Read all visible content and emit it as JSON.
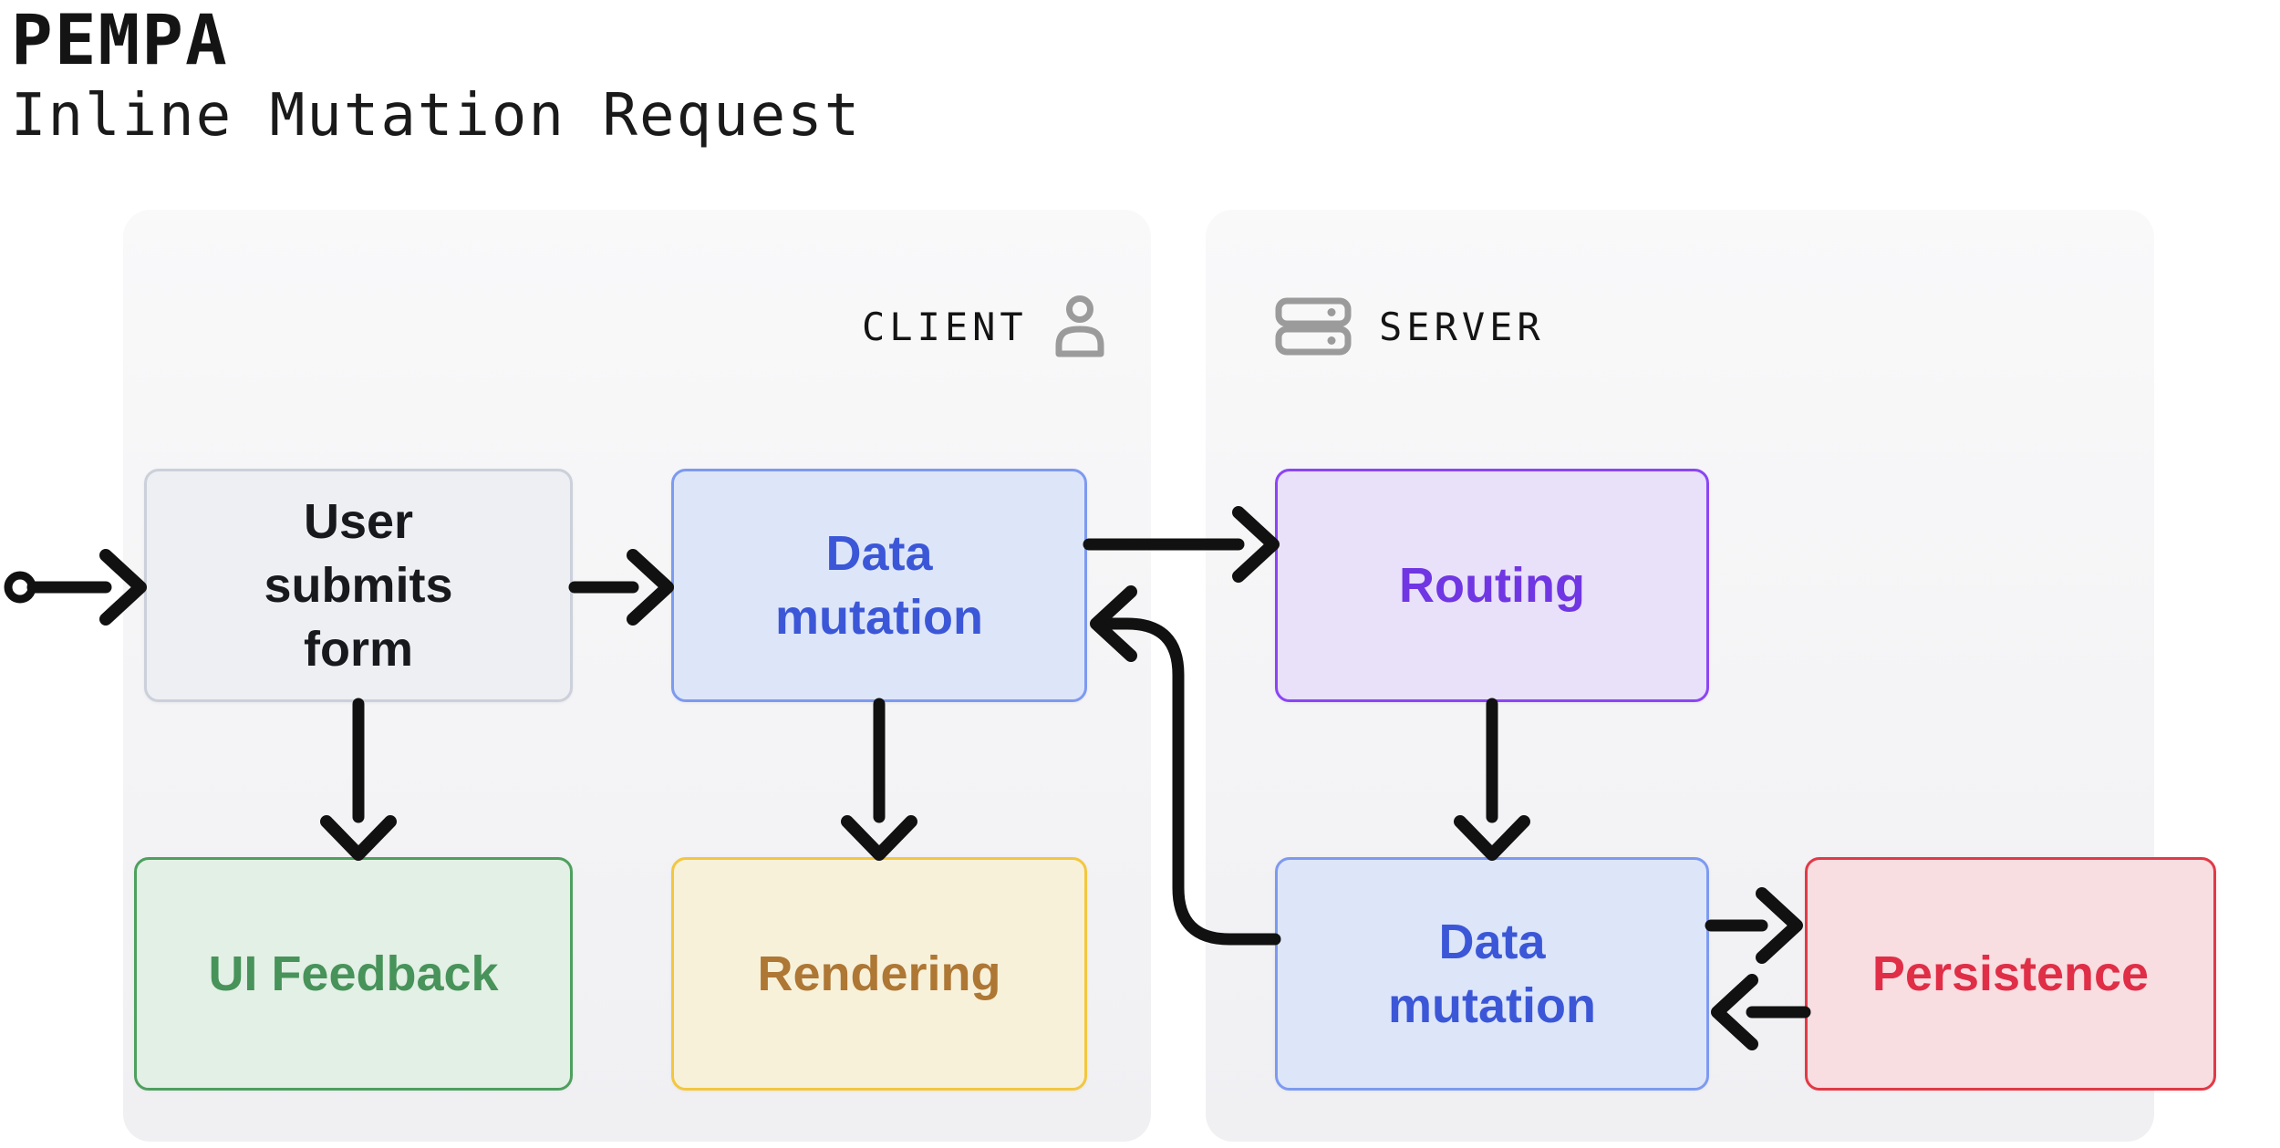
{
  "title": "PEMPA",
  "subtitle": "Inline Mutation Request",
  "panels": {
    "client": {
      "label": "CLIENT",
      "icon": "person-icon",
      "background_top": "#f9f9fa",
      "background_bottom": "#f0f0f3"
    },
    "server": {
      "label": "SERVER",
      "icon": "server-icon",
      "background_top": "#f9f9fa",
      "background_bottom": "#f0f0f3"
    }
  },
  "nodes": {
    "user_submits_form": {
      "label": "User\nsubmits\nform",
      "panel": "client",
      "fill": "#edeff3",
      "border": "#cbd0da",
      "text": "#17191d"
    },
    "data_mutation_client": {
      "label": "Data\nmutation",
      "panel": "client",
      "fill": "#dde6f9",
      "border": "#7d9af0",
      "text": "#3b57d8"
    },
    "routing": {
      "label": "Routing",
      "panel": "server",
      "fill": "#e9e0f9",
      "border": "#8b45f5",
      "text": "#7036e3"
    },
    "ui_feedback": {
      "label": "UI Feedback",
      "panel": "client",
      "fill": "#e3f0e5",
      "border": "#4ea05e",
      "text": "#47935a"
    },
    "rendering": {
      "label": "Rendering",
      "panel": "client",
      "fill": "#f8f1da",
      "border": "#f2c73f",
      "text": "#ae7734"
    },
    "data_mutation_server": {
      "label": "Data\nmutation",
      "panel": "server",
      "fill": "#dde6f9",
      "border": "#7d9af0",
      "text": "#3b57d8"
    },
    "persistence": {
      "label": "Persistence",
      "panel": "server",
      "fill": "#f8dde1",
      "border": "#e13a46",
      "text": "#e02e47"
    }
  },
  "edges": [
    {
      "from": "start",
      "to": "user_submits_form"
    },
    {
      "from": "user_submits_form",
      "to": "data_mutation_client"
    },
    {
      "from": "data_mutation_client",
      "to": "routing"
    },
    {
      "from": "data_mutation_server",
      "to": "data_mutation_client"
    },
    {
      "from": "user_submits_form",
      "to": "ui_feedback"
    },
    {
      "from": "data_mutation_client",
      "to": "rendering"
    },
    {
      "from": "routing",
      "to": "data_mutation_server"
    },
    {
      "from": "data_mutation_server",
      "to": "persistence"
    },
    {
      "from": "persistence",
      "to": "data_mutation_server"
    }
  ],
  "colors": {
    "arrow": "#111111",
    "icon_gray": "#9b9b9b",
    "title_text": "#141414"
  }
}
